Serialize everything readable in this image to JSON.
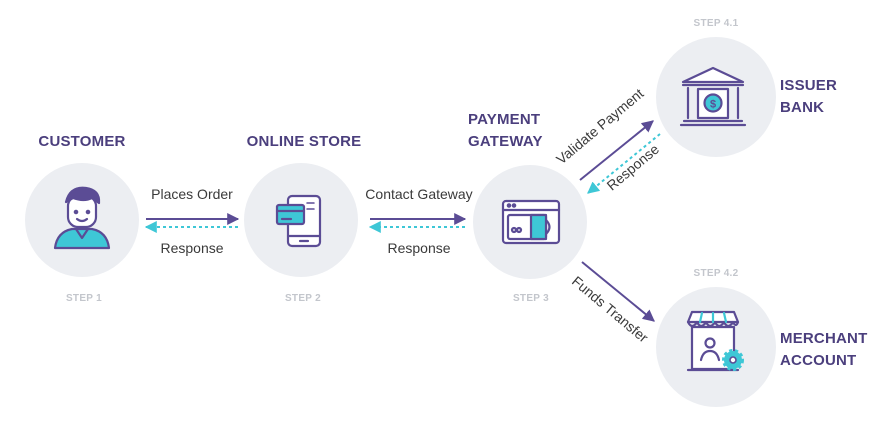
{
  "nodes": {
    "customer": {
      "title": "CUSTOMER",
      "step": "STEP 1"
    },
    "store": {
      "title": "ONLINE STORE",
      "step": "STEP 2"
    },
    "gateway": {
      "title_line1": "PAYMENT",
      "title_line2": "GATEWAY",
      "step": "STEP 3"
    },
    "issuer": {
      "title_line1": "ISSUER",
      "title_line2": "BANK",
      "step": "STEP 4.1"
    },
    "merchant": {
      "title_line1": "MERCHANT",
      "title_line2": "ACCOUNT",
      "step": "STEP 4.2"
    }
  },
  "edges": {
    "places_order": "Places Order",
    "response_1": "Response",
    "contact_gateway": "Contact Gateway",
    "response_2": "Response",
    "validate_payment": "Validate Payment",
    "response_3": "Response",
    "funds_transfer": "Funds Transfer"
  },
  "icons": {
    "customer": "person-icon",
    "store": "phone-card-icon",
    "gateway": "browser-card-icon",
    "issuer": "bank-icon",
    "merchant": "shop-icon"
  },
  "colors": {
    "title": "#4b3f7d",
    "arrow_solid": "#5b4c95",
    "arrow_dashed": "#3ec7d6",
    "icon_stroke": "#5b4c95",
    "icon_fill": "#3ec7d6",
    "circle": "#eceef2",
    "step": "#c3c6cc"
  }
}
